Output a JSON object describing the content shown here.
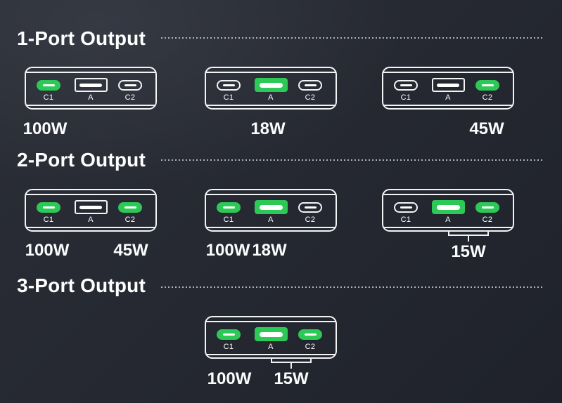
{
  "colors": {
    "background": "#262932",
    "accent_green": "#2dc957",
    "line_white": "#f2f4f6",
    "text_white": "#ffffff"
  },
  "sections": [
    {
      "title": "1-Port Output",
      "devices": [
        {
          "ports": [
            {
              "label": "C1",
              "type": "usb-c",
              "active": true
            },
            {
              "label": "A",
              "type": "usb-a",
              "active": false
            },
            {
              "label": "C2",
              "type": "usb-c",
              "active": false
            }
          ],
          "watts": [
            {
              "text": "100W",
              "under": "C1"
            }
          ]
        },
        {
          "ports": [
            {
              "label": "C1",
              "type": "usb-c",
              "active": false
            },
            {
              "label": "A",
              "type": "usb-a",
              "active": true
            },
            {
              "label": "C2",
              "type": "usb-c",
              "active": false
            }
          ],
          "watts": [
            {
              "text": "18W",
              "under": "A"
            }
          ]
        },
        {
          "ports": [
            {
              "label": "C1",
              "type": "usb-c",
              "active": false
            },
            {
              "label": "A",
              "type": "usb-a",
              "active": false
            },
            {
              "label": "C2",
              "type": "usb-c",
              "active": true
            }
          ],
          "watts": [
            {
              "text": "45W",
              "under": "C2"
            }
          ]
        }
      ]
    },
    {
      "title": "2-Port Output",
      "devices": [
        {
          "ports": [
            {
              "label": "C1",
              "type": "usb-c",
              "active": true
            },
            {
              "label": "A",
              "type": "usb-a",
              "active": false
            },
            {
              "label": "C2",
              "type": "usb-c",
              "active": true
            }
          ],
          "watts": [
            {
              "text": "100W",
              "under": "C1"
            },
            {
              "text": "45W",
              "under": "C2"
            }
          ]
        },
        {
          "ports": [
            {
              "label": "C1",
              "type": "usb-c",
              "active": true
            },
            {
              "label": "A",
              "type": "usb-a",
              "active": true
            },
            {
              "label": "C2",
              "type": "usb-c",
              "active": false
            }
          ],
          "watts": [
            {
              "text": "100W",
              "under": "C1"
            },
            {
              "text": "18W",
              "under": "A"
            }
          ]
        },
        {
          "ports": [
            {
              "label": "C1",
              "type": "usb-c",
              "active": false
            },
            {
              "label": "A",
              "type": "usb-a",
              "active": true
            },
            {
              "label": "C2",
              "type": "usb-c",
              "active": true
            }
          ],
          "watts": [
            {
              "text": "15W",
              "under": "A+C2"
            }
          ],
          "bracket": "A+C2"
        }
      ]
    },
    {
      "title": "3-Port Output",
      "devices": [
        {
          "ports": [
            {
              "label": "C1",
              "type": "usb-c",
              "active": true
            },
            {
              "label": "A",
              "type": "usb-a",
              "active": true
            },
            {
              "label": "C2",
              "type": "usb-c",
              "active": true
            }
          ],
          "watts": [
            {
              "text": "100W",
              "under": "C1"
            },
            {
              "text": "15W",
              "under": "A+C2"
            }
          ],
          "bracket": "A+C2"
        }
      ]
    }
  ]
}
